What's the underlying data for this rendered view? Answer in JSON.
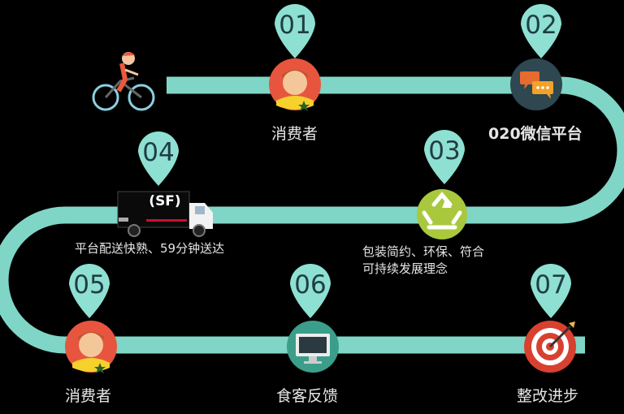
{
  "steps": [
    {
      "num": "01",
      "label": "消费者",
      "icon": "consumer-avatar-icon"
    },
    {
      "num": "02",
      "label": "020微信平台",
      "icon": "chat-bubbles-icon"
    },
    {
      "num": "03",
      "label_line1": "包装简约、环保、符合",
      "label_line2": "可持续发展理念",
      "icon": "recycle-icon"
    },
    {
      "num": "04",
      "label": "平台配送快熟、59分钟送达",
      "icon": "delivery-truck-icon"
    },
    {
      "num": "05",
      "label": "消费者",
      "icon": "consumer-avatar-icon"
    },
    {
      "num": "06",
      "label": "食客反馈",
      "icon": "monitor-icon"
    },
    {
      "num": "07",
      "label": "整改进步",
      "icon": "target-icon"
    }
  ],
  "truck_logo": "(SF)",
  "colors": {
    "road": "#7fd6c6",
    "pin": "#8ee0d2",
    "pin_text": "#1f3d44",
    "background": "#000000"
  }
}
